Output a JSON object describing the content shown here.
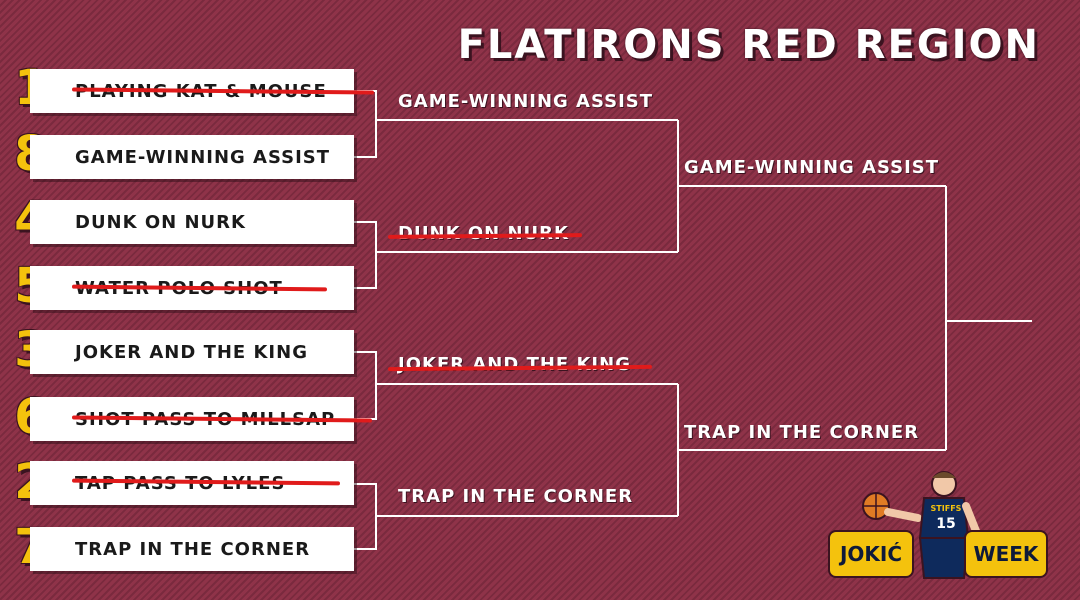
{
  "title": "FLATIRONS RED REGION",
  "round1": [
    {
      "seed": "1",
      "label": "PLAYING KAT & MOUSE",
      "eliminated": true
    },
    {
      "seed": "8",
      "label": "GAME-WINNING ASSIST",
      "eliminated": false
    },
    {
      "seed": "4",
      "label": "DUNK ON NURK",
      "eliminated": false
    },
    {
      "seed": "5",
      "label": "WATER POLO SHOT",
      "eliminated": true
    },
    {
      "seed": "3",
      "label": "JOKER AND THE KING",
      "eliminated": false
    },
    {
      "seed": "6",
      "label": "SHOT PASS TO MILLSAP",
      "eliminated": true
    },
    {
      "seed": "2",
      "label": "TAP PASS TO LYLES",
      "eliminated": true
    },
    {
      "seed": "7",
      "label": "TRAP IN THE CORNER",
      "eliminated": false
    }
  ],
  "round2": [
    {
      "label": "GAME-WINNING ASSIST",
      "eliminated": false
    },
    {
      "label": "DUNK ON NURK",
      "eliminated": true
    },
    {
      "label": "JOKER AND THE KING",
      "eliminated": true
    },
    {
      "label": "TRAP IN THE CORNER",
      "eliminated": false
    }
  ],
  "round3": [
    {
      "label": "GAME-WINNING ASSIST",
      "eliminated": false
    },
    {
      "label": "TRAP IN THE CORNER",
      "eliminated": false
    }
  ],
  "logo": {
    "left_text": "JOKIĆ",
    "right_text": "WEEK",
    "jersey_text": "STIFFS",
    "jersey_number": "15"
  },
  "colors": {
    "background": "#8a2f45",
    "seed": "#f4c20d",
    "strike": "#e01b1b",
    "line": "#ffffff"
  }
}
